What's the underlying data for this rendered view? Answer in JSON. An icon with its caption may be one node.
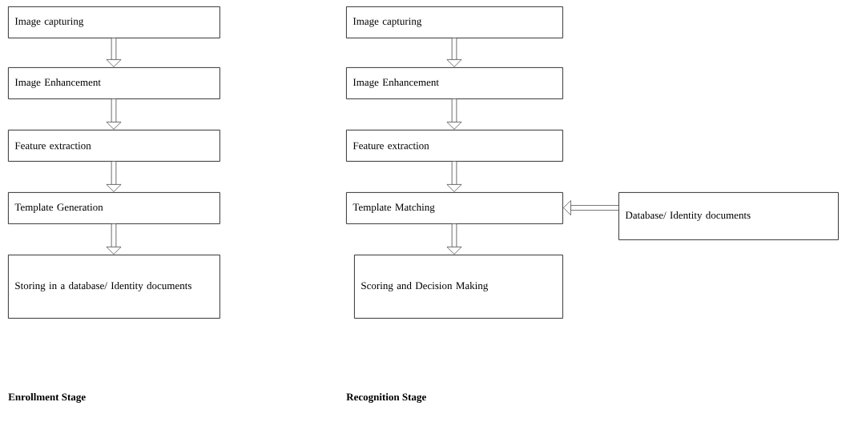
{
  "diagram": {
    "nodes": [
      {
        "text": [
          "Image capturing"
        ]
      },
      {
        "text": [
          "Image Enhancement"
        ]
      },
      {
        "text": [
          "Feature extraction"
        ]
      },
      {
        "text": [
          "Template Generation"
        ]
      },
      {
        "text": [
          "Storing in a database/ Identity documents"
        ]
      },
      {
        "text": [
          "Image capturing"
        ]
      },
      {
        "text": [
          "Image Enhancement"
        ]
      },
      {
        "text": [
          "Feature extraction"
        ]
      },
      {
        "text": [
          "Template Matching"
        ]
      },
      {
        "text": [
          "Database/ Identity documents"
        ]
      },
      {
        "text": [
          "Scoring and Decision Making"
        ]
      }
    ],
    "edges": [
      {
        "from": 0,
        "to": 1,
        "arrow": "to"
      },
      {
        "from": 1,
        "to": 2,
        "arrow": "to"
      },
      {
        "from": 2,
        "to": 3,
        "arrow": "to"
      },
      {
        "from": 3,
        "to": 4,
        "arrow": "to"
      },
      {
        "from": 5,
        "to": 6,
        "arrow": "to"
      },
      {
        "from": 6,
        "to": 7,
        "arrow": "to"
      },
      {
        "from": 7,
        "to": 8,
        "arrow": "to"
      },
      {
        "from": 9,
        "to": 8,
        "arrow": "to"
      },
      {
        "from": 8,
        "to": 10,
        "arrow": "to"
      }
    ],
    "labels": [
      "Enrollment Stage",
      "Recognition Stage"
    ]
  }
}
